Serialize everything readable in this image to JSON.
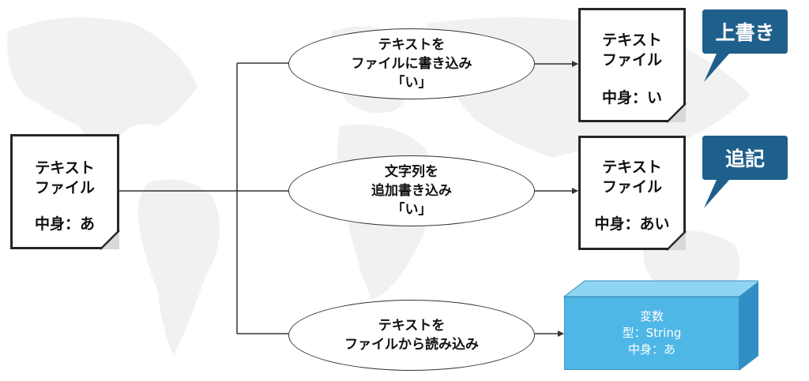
{
  "source_doc": {
    "title_line1": "テキスト",
    "title_line2": "ファイル",
    "content": "中身：あ"
  },
  "ops": [
    {
      "line1": "テキストを",
      "line2": "ファイルに書き込み",
      "line3": "「い」"
    },
    {
      "line1": "文字列を",
      "line2": "追加書き込み",
      "line3": "「い」"
    },
    {
      "line1": "テキストを",
      "line2": "ファイルから読み込み"
    }
  ],
  "result_docs": [
    {
      "title_line1": "テキスト",
      "title_line2": "ファイル",
      "content": "中身：い"
    },
    {
      "title_line1": "テキスト",
      "title_line2": "ファイル",
      "content": "中身：あい"
    }
  ],
  "callouts": [
    {
      "label": "上書き",
      "color": "#1f5f8b"
    },
    {
      "label": "追記",
      "color": "#1f5f8b"
    }
  ],
  "variable_box": {
    "line1": "変数",
    "line2": "型：String",
    "line3": "中身：あ",
    "color": "#4fb7e6"
  }
}
